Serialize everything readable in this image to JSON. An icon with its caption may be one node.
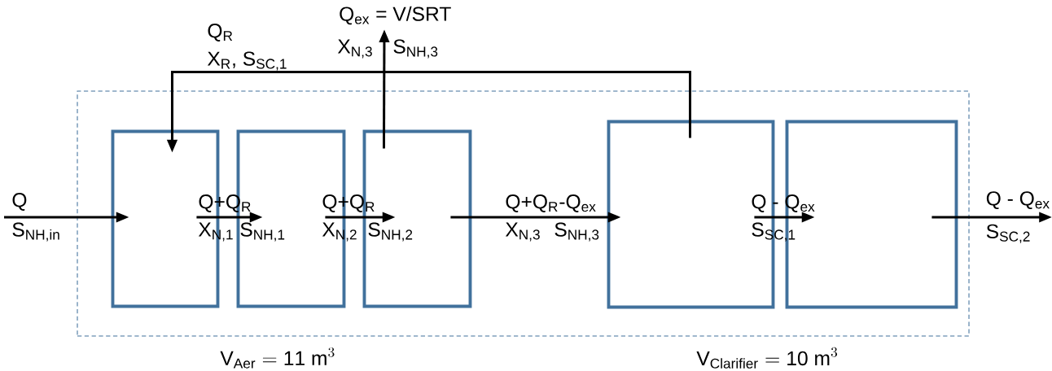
{
  "diagram": {
    "nodes": [
      {
        "text": [],
        "shape": "box"
      },
      {
        "text": [],
        "shape": "box",
        "in": 0
      },
      {
        "text": [],
        "shape": "box",
        "in": 0
      },
      {
        "text": [],
        "shape": "box",
        "in": 0
      },
      {
        "text": [],
        "shape": "box",
        "in": 0
      },
      {
        "text": [],
        "shape": "box",
        "in": 0
      },
      {
        "text": [
          "Q - Q$_{ex}$",
          "S$_{SC,2}$"
        ]
      },
      {
        "text": [
          "Q$_{ex}$ = V/SRT"
        ]
      }
    ],
    "edges": [
      {
        "from": null,
        "to": 1,
        "arrow": "to"
      },
      {
        "from": 1,
        "to": 2,
        "arrow": "to"
      },
      {
        "from": 2,
        "to": 3,
        "arrow": "to"
      },
      {
        "from": 3,
        "to": 4,
        "arrow": "to"
      },
      {
        "from": 4,
        "to": 5,
        "arrow": "to"
      },
      {
        "from": 5,
        "to": 6,
        "arrow": "to"
      },
      {
        "from": 4,
        "to": 1,
        "arrow": "to"
      },
      {
        "from": 3,
        "to": 7,
        "arrow": "to"
      }
    ],
    "labels": [
      "Q$_{R}$",
      "X$_{R}$, S$_{SC,1}$",
      "X$_{N,3}$",
      "S$_{NH,3}$",
      "Q",
      "Q+Q$_{R}$",
      "Q+Q$_{R}$",
      "Q+Q$_{R}$-Q$_{ex}$",
      "Q - Q$_{ex}$",
      "S$_{NH,in}$",
      "X$_{N,1}$",
      "S$_{NH,1}$",
      "X$_{N,2}$",
      "S$_{NH,2}$",
      "X$_{N,3}$",
      "S$_{NH,3}$",
      "S$_{SC,1}$",
      "\\mathrm{V}_{\\mathrm{Aer}} = \\mathrm{11\\ m}^{3}",
      "\\mathrm{V}_{\\mathrm{Clarifier}} = \\mathrm{10\\ m}^{3}"
    ]
  }
}
